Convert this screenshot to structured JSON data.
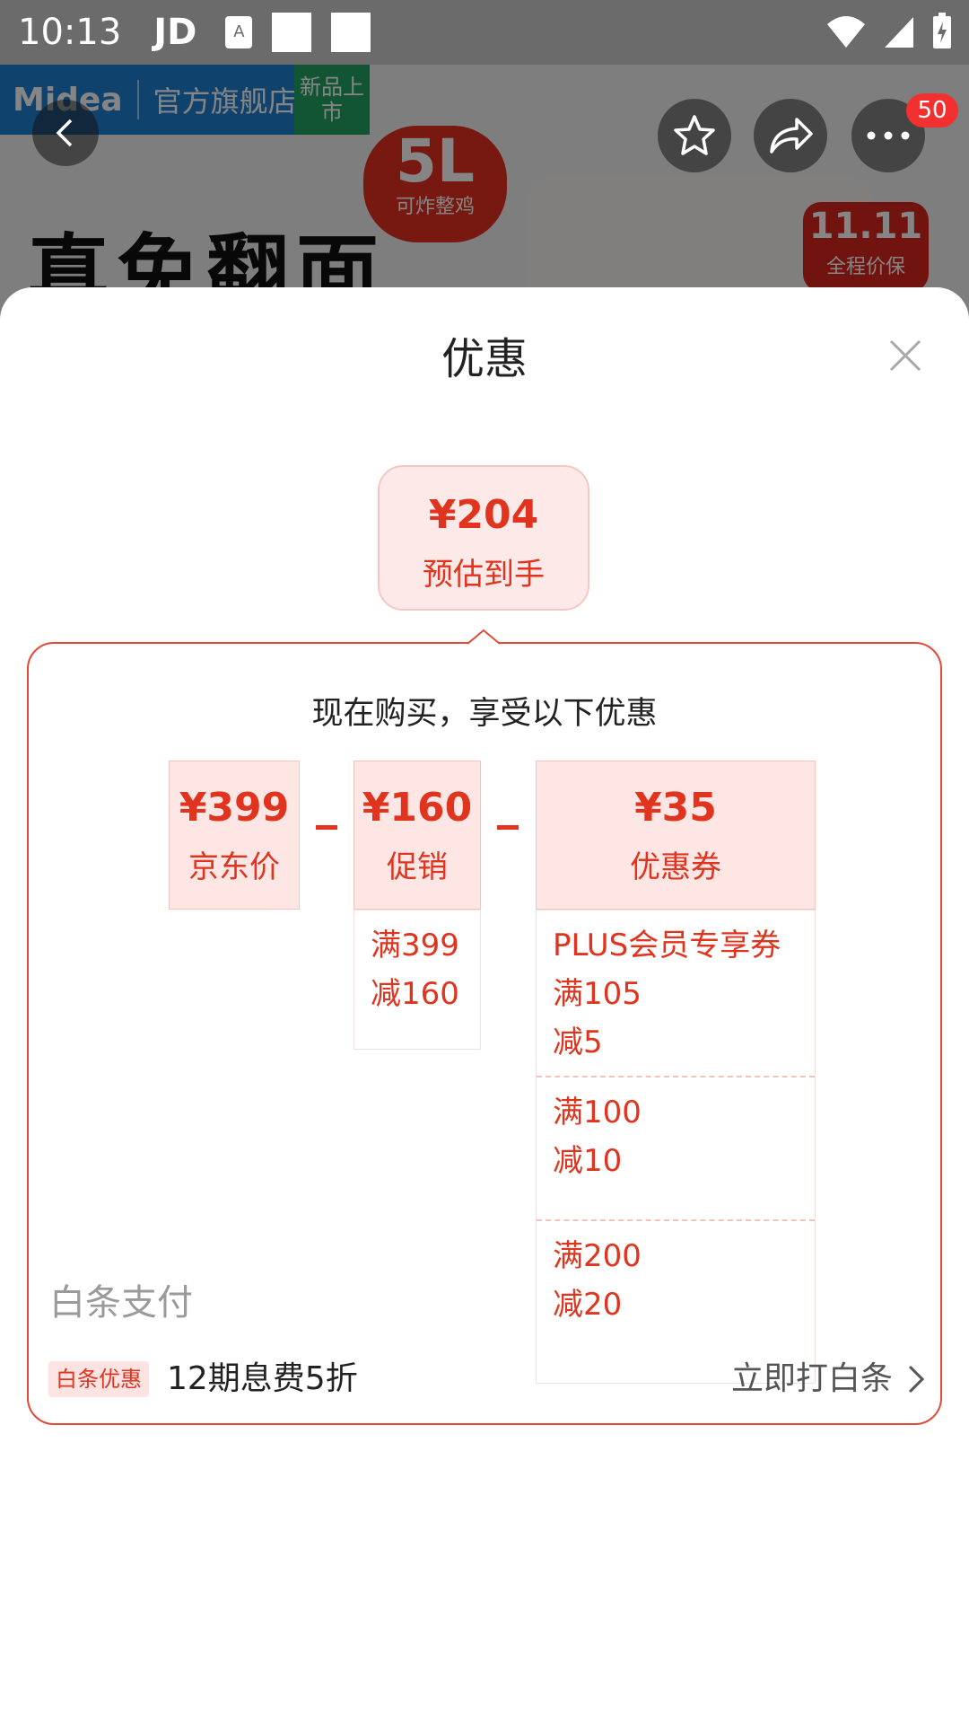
{
  "status_bar": {
    "time": "10:13",
    "carrier_app": "JD"
  },
  "background_page": {
    "brand": "Midea",
    "store_name": "官方旗舰店",
    "new_tag": "新品上市",
    "hero_text": "真免翻面",
    "badge_capacity": "5L",
    "badge_capacity_sub": "可炸整鸡",
    "badge_event": "11.11",
    "badge_event_sub": "全程价保",
    "cart_count": "50"
  },
  "sheet": {
    "title": "优惠",
    "estimate": {
      "price": "¥204",
      "label": "预估到手"
    },
    "box_title": "现在购买，享受以下优惠",
    "price_items": [
      {
        "amount": "¥399",
        "label": "京东价"
      },
      {
        "amount": "¥160",
        "label": "促销"
      },
      {
        "amount": "¥35",
        "label": "优惠券"
      }
    ],
    "promo_details": [
      {
        "line1": "满399",
        "line2": "减160"
      }
    ],
    "coupon_details": [
      {
        "line1": "PLUS会员专享券",
        "line2": "满105",
        "line3": "减5"
      },
      {
        "line1": "满100",
        "line2": "减10"
      },
      {
        "line1": "满200",
        "line2": "减20"
      }
    ],
    "baitiao": {
      "section_title": "白条支付",
      "tag": "白条优惠",
      "text": "12期息费5折",
      "action": "立即打白条"
    }
  },
  "colors": {
    "accent": "#e0341f",
    "pink_bg": "#fde6e4",
    "border": "#e24a37"
  }
}
